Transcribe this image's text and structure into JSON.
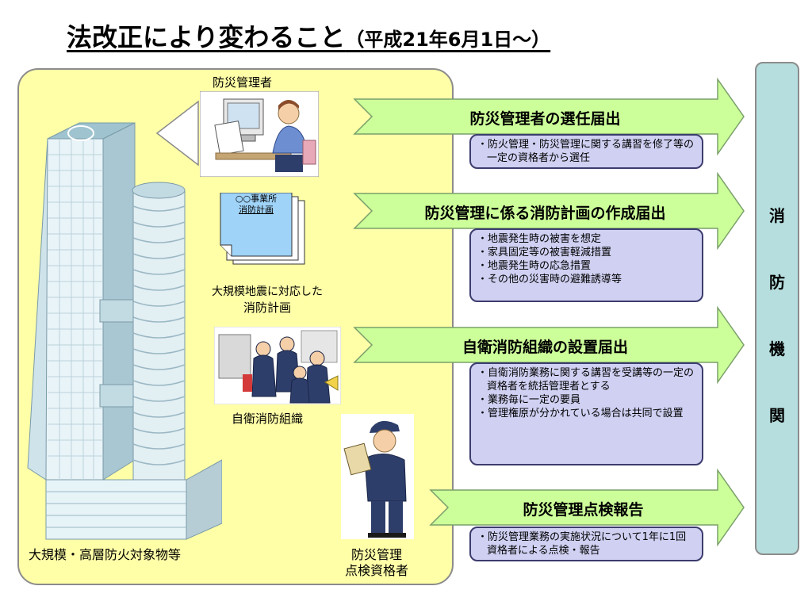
{
  "title": {
    "main": "法改正により変わること",
    "sub": "（平成21年6月1日～）"
  },
  "labels": {
    "manager": "防災管理者",
    "plan_doc_line1": "○○事業所",
    "plan_doc_line2": "消防計画",
    "plan_caption_line1": "大規模地震に対応した",
    "plan_caption_line2": "消防計画",
    "self_defense": "自衛消防組織",
    "building": "大規模・高層防火対象物等",
    "inspector_line1": "防災管理",
    "inspector_line2": "点検資格者"
  },
  "steps": [
    {
      "heading": "防災管理者の選任届出",
      "items": [
        "防火管理・防災管理に関する講習を修了等の一定の資格者から選任"
      ]
    },
    {
      "heading": "防災管理に係る消防計画の作成届出",
      "items": [
        "地震発生時の被害を想定",
        "家具固定等の被害軽減措置",
        "地震発生時の応急措置",
        "その他の災害時の避難誘導等"
      ]
    },
    {
      "heading": "自衛消防組織の設置届出",
      "items": [
        "自衛消防業務に関する講習を受講等の一定の資格者を統括管理者とする",
        "業務毎に一定の要員",
        "管理権原が分かれている場合は共同で設置"
      ]
    },
    {
      "heading": "防災管理点検報告",
      "items": [
        "防災管理業務の実施状況について1年に1回資格者による点検・報告"
      ]
    }
  ],
  "side_label": [
    "消",
    "防",
    "機",
    "関"
  ],
  "colors": {
    "panel": "#ffffa8",
    "arrow": "#ccff99",
    "box": "#cfd0f2",
    "side": "#b6dede"
  }
}
